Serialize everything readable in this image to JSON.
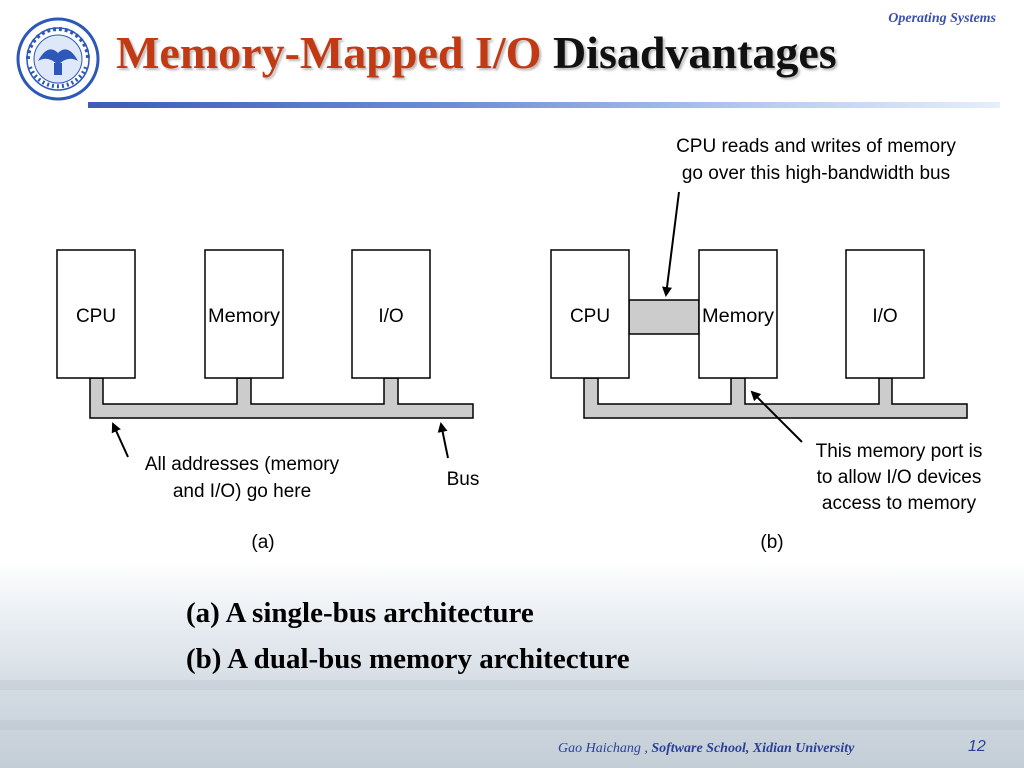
{
  "header": {
    "course": "Operating Systems"
  },
  "title": {
    "part1": "Memory-Mapped I/O",
    "part2": "Disadvantages"
  },
  "diagram": {
    "a": {
      "cpu": "CPU",
      "memory": "Memory",
      "io": "I/O",
      "addr_note_line1": "All addresses (memory",
      "addr_note_line2": "and I/O) go here",
      "bus_label": "Bus",
      "panel_label": "(a)"
    },
    "b": {
      "cpu": "CPU",
      "memory": "Memory",
      "io": "I/O",
      "hb_note_line1": "CPU reads and writes of memory",
      "hb_note_line2": "go over this high-bandwidth bus",
      "port_note_line1": "This memory port is",
      "port_note_line2": "to allow I/O devices",
      "port_note_line3": "access to memory",
      "panel_label": "(b)"
    }
  },
  "captions": {
    "a": "(a) A single-bus architecture",
    "b": "(b) A dual-bus memory architecture"
  },
  "footer": {
    "author": "Gao Haichang ,",
    "school": "Software School,  Xidian University",
    "page": "12"
  }
}
